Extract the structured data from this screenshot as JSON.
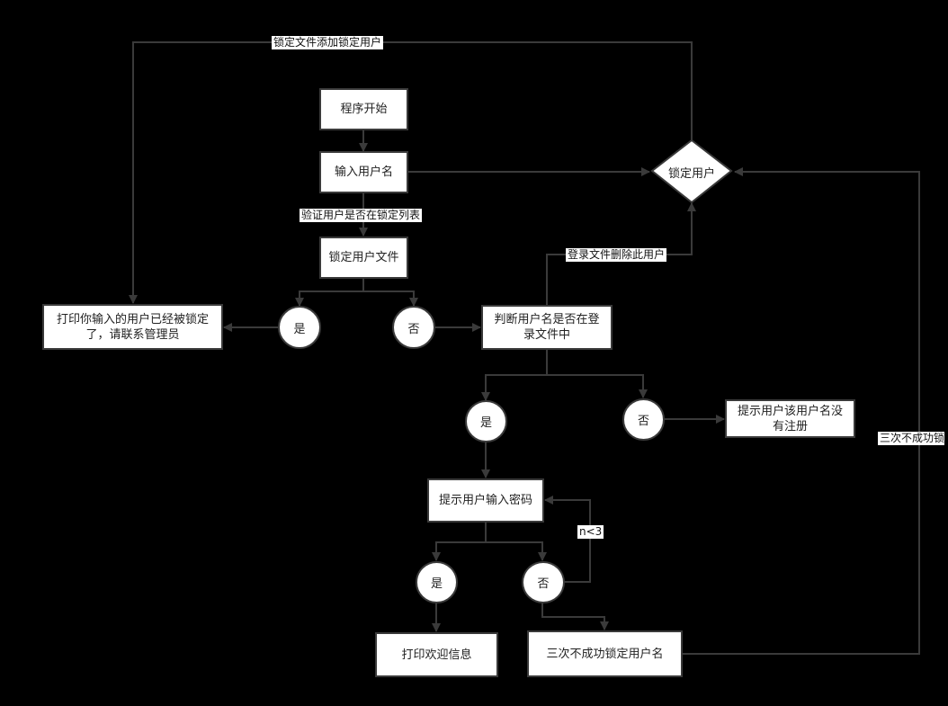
{
  "nodes": {
    "start": "程序开始",
    "input_user": "输入用户名",
    "lock_file": "锁定用户文件",
    "locked_msg": "打印你输入的用户已经被锁定了，请联系管理员",
    "check_login": "判断用户名是否在登录文件中",
    "not_registered": "提示用户该用户名没有注册",
    "input_password": "提示用户输入密码",
    "welcome": "打印欢迎信息",
    "three_fail": "三次不成功锁定用户名",
    "lock_user_decision": "锁定用户"
  },
  "circles": {
    "yes1": "是",
    "no1": "否",
    "yes2": "是",
    "no2": "否",
    "yes3": "是",
    "no3": "否"
  },
  "edge_labels": {
    "add_to_lock_file": "锁定文件添加锁定用户",
    "verify_lock_list": "验证用户是否在锁定列表",
    "delete_from_login": "登录文件删除此用户",
    "retry": "n<3",
    "three_fail_lock": "三次不成功锁"
  }
}
